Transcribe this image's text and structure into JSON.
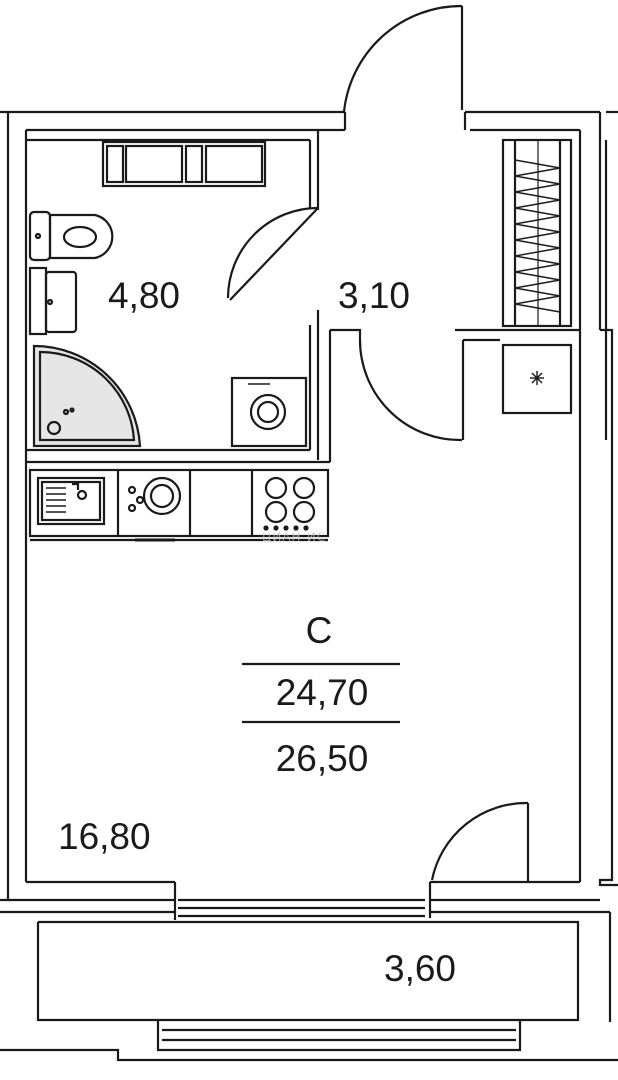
{
  "apartment": {
    "type_letter": "С",
    "living_area": "24,70",
    "total_area": "26,50"
  },
  "rooms": {
    "bathroom": "4,80",
    "hallway": "3,10",
    "main_room": "16,80",
    "balcony": "3,60"
  },
  "watermark": "ЦИАН-ИС",
  "colors": {
    "line": "#1a1a1a",
    "fixture_fill": "#e6e6e6"
  }
}
